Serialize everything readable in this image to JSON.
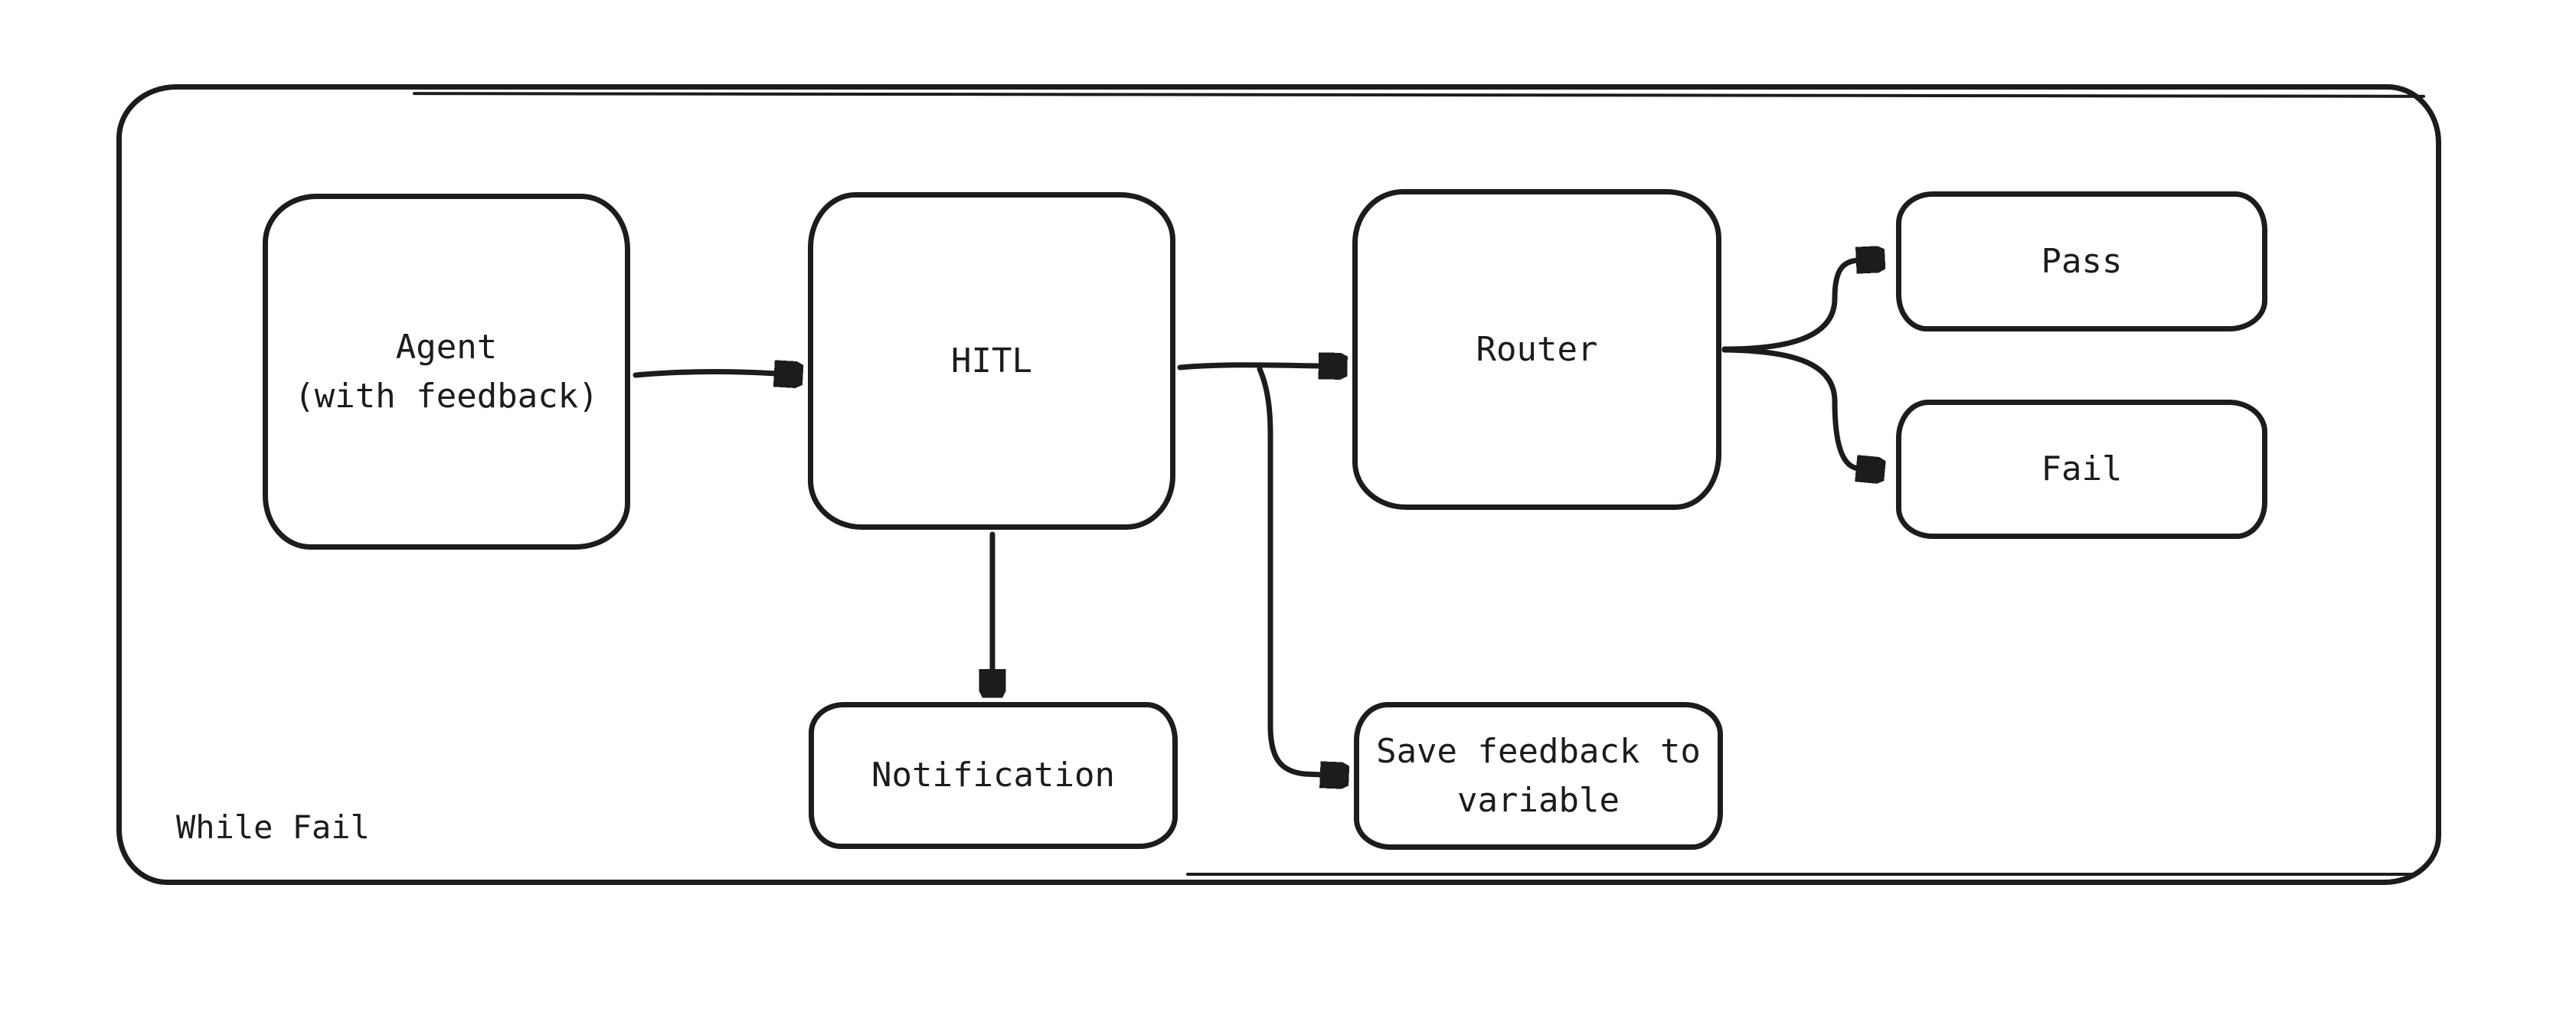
{
  "diagram": {
    "type": "flowchart",
    "style": "hand-drawn",
    "colors": {
      "stroke": "#1c1c1c",
      "background": "#ffffff",
      "node_fill": "#ffffff"
    },
    "container": {
      "label": "While Fail"
    },
    "nodes": {
      "agent": {
        "id": "agent",
        "lines": [
          "Agent",
          "(with feedback)"
        ]
      },
      "hitl": {
        "id": "hitl",
        "lines": [
          "HITL"
        ]
      },
      "router": {
        "id": "router",
        "lines": [
          "Router"
        ]
      },
      "pass": {
        "id": "pass",
        "lines": [
          "Pass"
        ]
      },
      "fail": {
        "id": "fail",
        "lines": [
          "Fail"
        ]
      },
      "notification": {
        "id": "notification",
        "lines": [
          "Notification"
        ]
      },
      "save_feedback": {
        "id": "save_feedback",
        "lines": [
          "Save feedback to",
          "variable"
        ]
      }
    },
    "edges": [
      {
        "from": "agent",
        "to": "hitl"
      },
      {
        "from": "hitl",
        "to": "router"
      },
      {
        "from": "hitl",
        "to": "notification"
      },
      {
        "from": "hitl-router-line",
        "to": "save_feedback"
      },
      {
        "from": "router",
        "to": "pass"
      },
      {
        "from": "router",
        "to": "fail"
      }
    ]
  }
}
